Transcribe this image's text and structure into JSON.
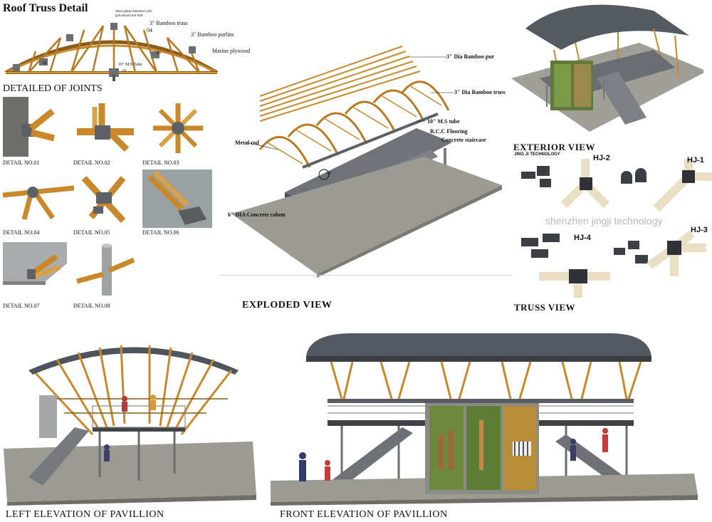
{
  "truss": {
    "title": "Roof Truss Detail",
    "callouts": {
      "steel_plates": "Steel plates fastened with galvanized nut bolt",
      "bamboo_truss": "3\" Bamboo truss",
      "num_04": "04",
      "bamboo_purlins": "3\" Bamboo purlins",
      "marine_plywood": "Marine plywood",
      "ms_tube": "10\" M.S Tube",
      "num_01": "01",
      "num_02": "02",
      "num_03": "03"
    }
  },
  "joints": {
    "heading": "DETAILED OF JOINTS",
    "details": [
      "DETAIL NO.01",
      "DETAIL NO.02",
      "DETAIL NO.03",
      "DETAIL NO.04",
      "DETAIL NO.05",
      "DETAIL NO.06",
      "DETAIL NO.07",
      "DETAIL NO.08"
    ]
  },
  "exploded": {
    "caption": "EXPLODED VIEW",
    "labels": {
      "purlins": "3\" Dia Bamboo pur",
      "truss": "3\" Dia Bamboo truss",
      "ms_tube": "10\" M.S tube",
      "flooring": "R.C.C Flooring",
      "staircase": "Concrete staircase",
      "metal_rod": "Metal rod",
      "column": "6\" DIA Concrete colum",
      "marker": "08"
    }
  },
  "exterior": {
    "caption": "EXTERIOR VIEW"
  },
  "truss_view": {
    "caption": "TRUSS  VIEW",
    "brand_small": "JING JI TECHNOLOGY",
    "watermark": "shenzhen jingji technology",
    "parts": [
      "HJ-2",
      "HJ-1",
      "HJ-4",
      "HJ-3"
    ]
  },
  "elevations": {
    "left": "LEFT ELEVATION OF PAVILLION",
    "front": "FRONT ELEVATION OF PAVILLION"
  },
  "colors": {
    "bamboo": "#c9892a",
    "bamboo_dark": "#8a5a18",
    "steel": "#5d6166",
    "roof": "#4f545c",
    "concrete": "#8f8f89",
    "ground": "#a3a29b"
  }
}
